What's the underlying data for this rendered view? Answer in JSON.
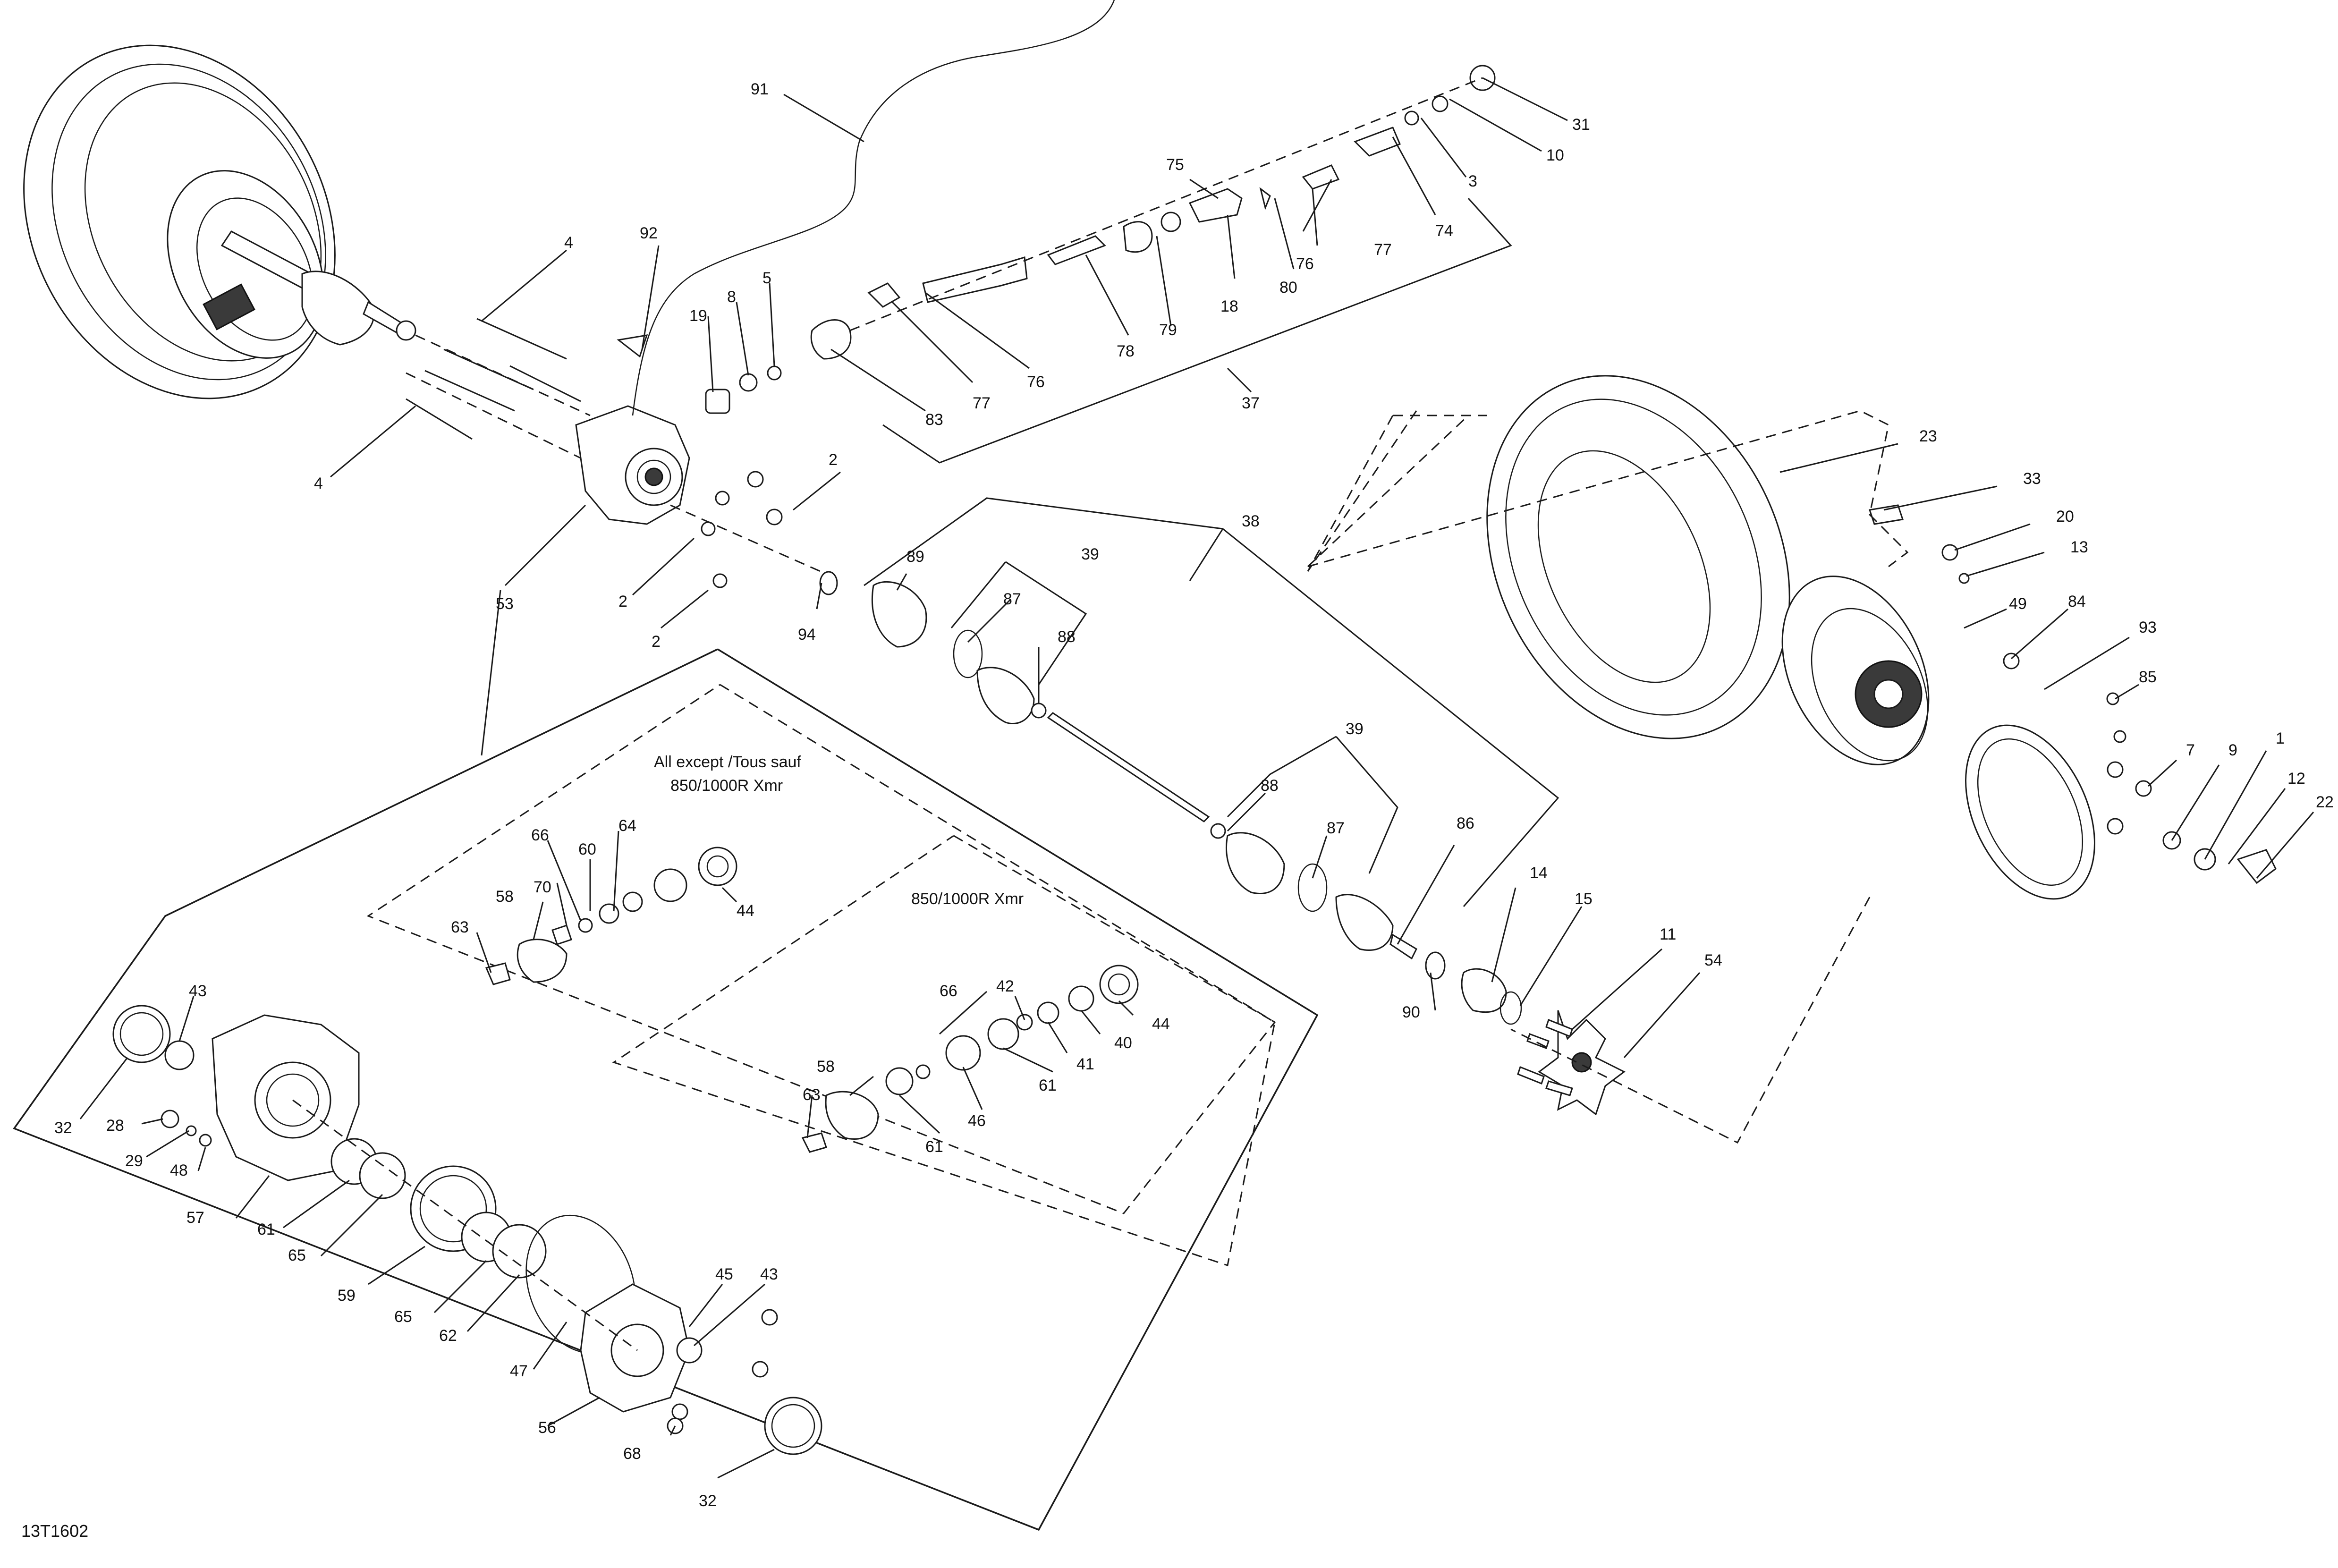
{
  "figure_ref": "13T1602",
  "notes": {
    "variant_all_line1": "All except /Tous sauf",
    "variant_all_line2": "850/1000R Xmr",
    "variant_xmr": "850/1000R Xmr"
  },
  "callouts": [
    {
      "id": "c91",
      "text": "91"
    },
    {
      "id": "c31",
      "text": "31"
    },
    {
      "id": "c10",
      "text": "10"
    },
    {
      "id": "c3",
      "text": "3"
    },
    {
      "id": "c74",
      "text": "74"
    },
    {
      "id": "c75",
      "text": "75"
    },
    {
      "id": "c76a",
      "text": "76"
    },
    {
      "id": "c77a",
      "text": "77"
    },
    {
      "id": "c80",
      "text": "80"
    },
    {
      "id": "c18",
      "text": "18"
    },
    {
      "id": "c79",
      "text": "79"
    },
    {
      "id": "c78",
      "text": "78"
    },
    {
      "id": "c76b",
      "text": "76"
    },
    {
      "id": "c77b",
      "text": "77"
    },
    {
      "id": "c83",
      "text": "83"
    },
    {
      "id": "c37",
      "text": "37"
    },
    {
      "id": "c92",
      "text": "92"
    },
    {
      "id": "c4a",
      "text": "4"
    },
    {
      "id": "c4b",
      "text": "4"
    },
    {
      "id": "c19",
      "text": "19"
    },
    {
      "id": "c8",
      "text": "8"
    },
    {
      "id": "c5",
      "text": "5"
    },
    {
      "id": "c2a",
      "text": "2"
    },
    {
      "id": "c2b",
      "text": "2"
    },
    {
      "id": "c2c",
      "text": "2"
    },
    {
      "id": "c53",
      "text": "53"
    },
    {
      "id": "c38",
      "text": "38"
    },
    {
      "id": "c89",
      "text": "89"
    },
    {
      "id": "c39a",
      "text": "39"
    },
    {
      "id": "c87a",
      "text": "87"
    },
    {
      "id": "c88a",
      "text": "88"
    },
    {
      "id": "c94",
      "text": "94"
    },
    {
      "id": "c39b",
      "text": "39"
    },
    {
      "id": "c88b",
      "text": "88"
    },
    {
      "id": "c87b",
      "text": "87"
    },
    {
      "id": "c86",
      "text": "86"
    },
    {
      "id": "c14",
      "text": "14"
    },
    {
      "id": "c15",
      "text": "15"
    },
    {
      "id": "c90",
      "text": "90"
    },
    {
      "id": "c11",
      "text": "11"
    },
    {
      "id": "c54",
      "text": "54"
    },
    {
      "id": "c23",
      "text": "23"
    },
    {
      "id": "c33",
      "text": "33"
    },
    {
      "id": "c20",
      "text": "20"
    },
    {
      "id": "c13",
      "text": "13"
    },
    {
      "id": "c49",
      "text": "49"
    },
    {
      "id": "c84",
      "text": "84"
    },
    {
      "id": "c93",
      "text": "93"
    },
    {
      "id": "c85",
      "text": "85"
    },
    {
      "id": "c7",
      "text": "7"
    },
    {
      "id": "c9",
      "text": "9"
    },
    {
      "id": "c1",
      "text": "1"
    },
    {
      "id": "c12",
      "text": "12"
    },
    {
      "id": "c22",
      "text": "22"
    },
    {
      "id": "c66a",
      "text": "66"
    },
    {
      "id": "c64",
      "text": "64"
    },
    {
      "id": "c60",
      "text": "60"
    },
    {
      "id": "c70",
      "text": "70"
    },
    {
      "id": "c58a",
      "text": "58"
    },
    {
      "id": "c63a",
      "text": "63"
    },
    {
      "id": "c44a",
      "text": "44"
    },
    {
      "id": "c66b",
      "text": "66"
    },
    {
      "id": "c42",
      "text": "42"
    },
    {
      "id": "c44b",
      "text": "44"
    },
    {
      "id": "c40",
      "text": "40"
    },
    {
      "id": "c41",
      "text": "41"
    },
    {
      "id": "c61a",
      "text": "61"
    },
    {
      "id": "c46",
      "text": "46"
    },
    {
      "id": "c61b",
      "text": "61"
    },
    {
      "id": "c58b",
      "text": "58"
    },
    {
      "id": "c63b",
      "text": "63"
    },
    {
      "id": "c43a",
      "text": "43"
    },
    {
      "id": "c32a",
      "text": "32"
    },
    {
      "id": "c28",
      "text": "28"
    },
    {
      "id": "c29",
      "text": "29"
    },
    {
      "id": "c48",
      "text": "48"
    },
    {
      "id": "c57",
      "text": "57"
    },
    {
      "id": "c61c",
      "text": "61"
    },
    {
      "id": "c65a",
      "text": "65"
    },
    {
      "id": "c59",
      "text": "59"
    },
    {
      "id": "c65b",
      "text": "65"
    },
    {
      "id": "c62",
      "text": "62"
    },
    {
      "id": "c47",
      "text": "47"
    },
    {
      "id": "c56",
      "text": "56"
    },
    {
      "id": "c45",
      "text": "45"
    },
    {
      "id": "c43b",
      "text": "43"
    },
    {
      "id": "c68",
      "text": "68"
    },
    {
      "id": "c32b",
      "text": "32"
    }
  ]
}
